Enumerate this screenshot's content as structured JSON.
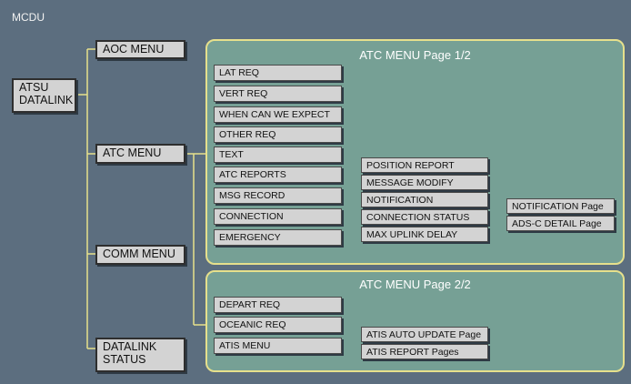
{
  "title": "MCDU",
  "colors": {
    "background": "#5c6e7f",
    "panel_fill": "#76a095",
    "panel_border": "#e6e08c",
    "connector": "#e6e08c",
    "box_fill": "#d3d3d3"
  },
  "root": {
    "line1": "ATSU",
    "line2": "DATALINK"
  },
  "menus": {
    "aoc": "AOC MENU",
    "atc": "ATC MENU",
    "comm": "COMM MENU",
    "datalink_line1": "DATALINK",
    "datalink_line2": "STATUS"
  },
  "atc_page1": {
    "title": "ATC MENU Page 1/2",
    "items": [
      "LAT REQ",
      "VERT REQ",
      "WHEN CAN WE EXPECT",
      "OTHER REQ",
      "TEXT",
      "ATC REPORTS",
      "MSG RECORD",
      "CONNECTION",
      "EMERGENCY"
    ],
    "atc_reports_sub": [
      "POSITION REPORT",
      "MESSAGE MODIFY"
    ],
    "connection_sub": [
      "NOTIFICATION",
      "CONNECTION STATUS",
      "MAX UPLINK DELAY"
    ],
    "connection_status_sub": [
      "NOTIFICATION Page",
      "ADS-C DETAIL Page"
    ]
  },
  "atc_page2": {
    "title": "ATC MENU Page 2/2",
    "items": [
      "DEPART REQ",
      "OCEANIC REQ",
      "ATIS MENU"
    ],
    "atis_sub": [
      "ATIS AUTO UPDATE Page",
      "ATIS REPORT Pages"
    ]
  }
}
